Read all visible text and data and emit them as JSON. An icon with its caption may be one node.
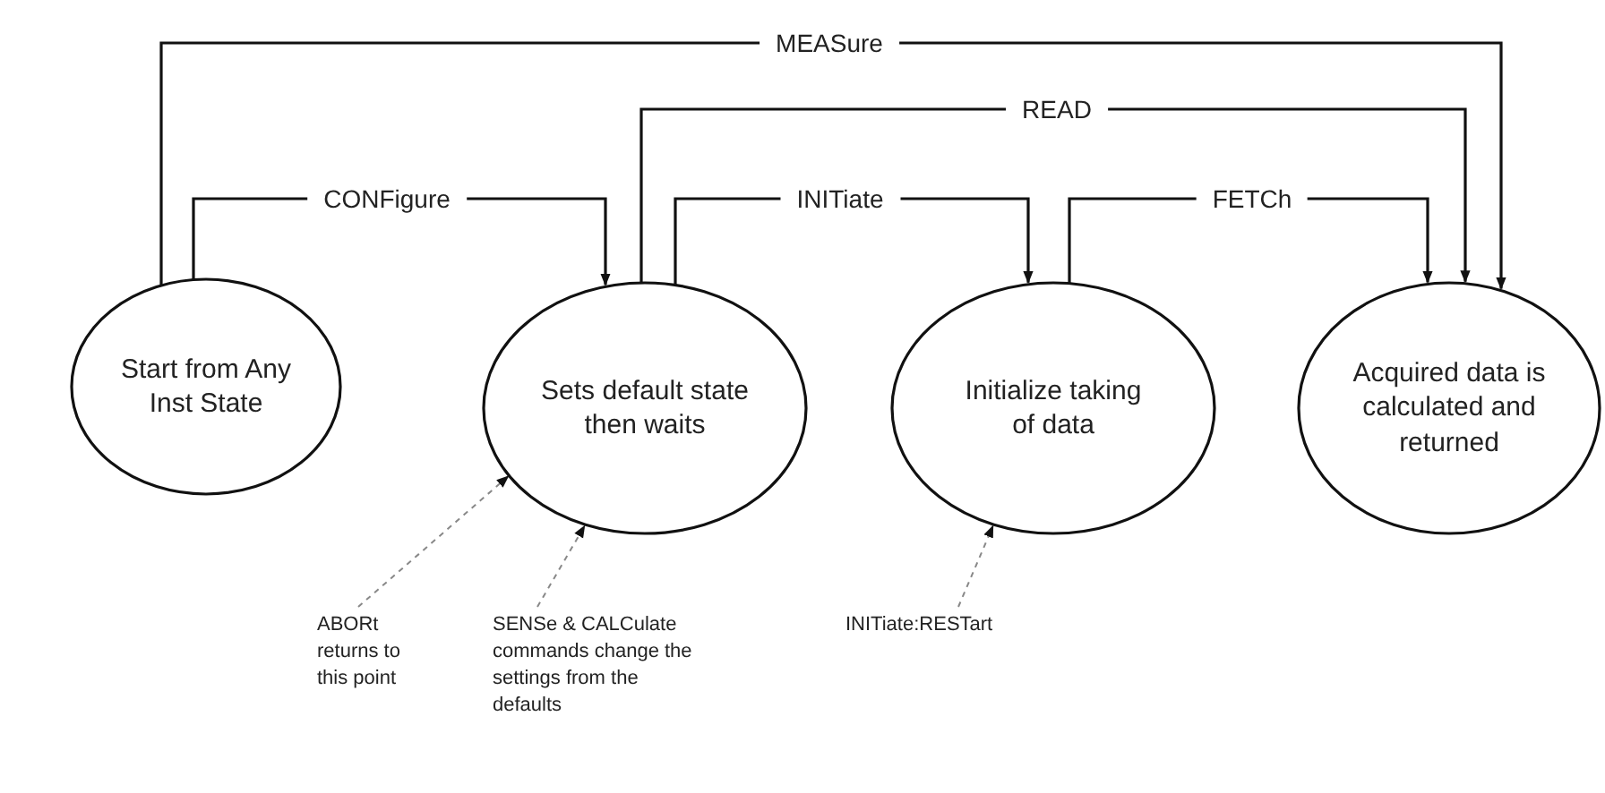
{
  "diagram": {
    "nodes": [
      {
        "text": [
          "Start from Any Inst State"
        ]
      },
      {
        "text": [
          "Sets default state then waits"
        ]
      },
      {
        "text": [
          "Initialize taking of data"
        ]
      },
      {
        "text": [
          "Acquired data is calculated and returned"
        ]
      },
      {
        "text": [
          "ABORt returns to this point"
        ]
      },
      {
        "text": [
          "SENSe & CALCulate commands change the settings from the defaults"
        ]
      },
      {
        "text": [
          "INITiate:RESTart"
        ]
      }
    ],
    "edges": [
      {
        "from": 0,
        "to": 1,
        "arrow": "to",
        "label": "CONFigure"
      },
      {
        "from": 0,
        "to": 3,
        "arrow": "to",
        "label": "MEASure"
      },
      {
        "from": 1,
        "to": 3,
        "arrow": "to",
        "label": "READ"
      },
      {
        "from": 1,
        "to": 2,
        "arrow": "to",
        "label": "INITiate"
      },
      {
        "from": 2,
        "to": 3,
        "arrow": "to",
        "label": "FETCh"
      },
      {
        "from": 4,
        "to": 1,
        "arrow": "to",
        "style": "dashed",
        "color": "#888888"
      },
      {
        "from": 5,
        "to": 1,
        "arrow": "to",
        "style": "dashed",
        "color": "#888888"
      },
      {
        "from": 6,
        "to": 2,
        "arrow": "to",
        "style": "dashed",
        "color": "#888888"
      }
    ]
  }
}
